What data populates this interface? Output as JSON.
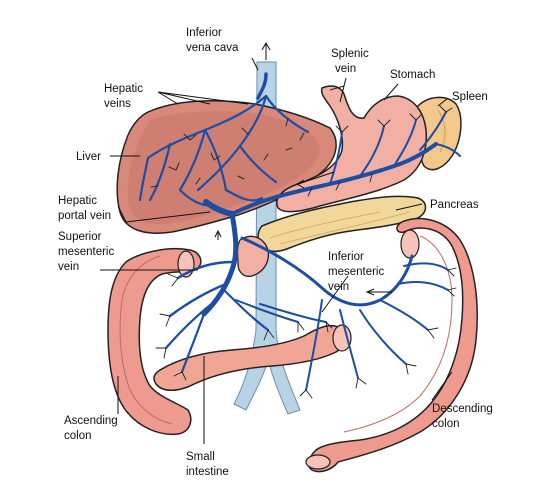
{
  "diagram": {
    "labels": {
      "ivc_1": "Inferior",
      "ivc_2": "vena cava",
      "splenic_1": "Splenic",
      "splenic_2": "vein",
      "stomach": "Stomach",
      "spleen": "Spleen",
      "hepatic_veins_1": "Hepatic",
      "hepatic_veins_2": "veins",
      "liver": "Liver",
      "hpv_1": "Hepatic",
      "hpv_2": "portal vein",
      "pancreas": "Pancreas",
      "smv_1": "Superior",
      "smv_2": "mesenteric",
      "smv_3": "vein",
      "imv_1": "Inferior",
      "imv_2": "mesenteric",
      "imv_3": "vein",
      "ascending_1": "Ascending",
      "ascending_2": "colon",
      "descending_1": "Descending",
      "descending_2": "colon",
      "small_int_1": "Small",
      "small_int_2": "intestine"
    },
    "colors": {
      "liver": "#d9897a",
      "liver_dark": "#b8605a",
      "stomach": "#f2b0a4",
      "spleen": "#f4c78a",
      "pancreas": "#f2d79a",
      "colon": "#ef9a8e",
      "intestine": "#f1a595",
      "vein": "#1d4ea3",
      "ivc": "#b9d3e6",
      "outline": "#222222"
    }
  }
}
